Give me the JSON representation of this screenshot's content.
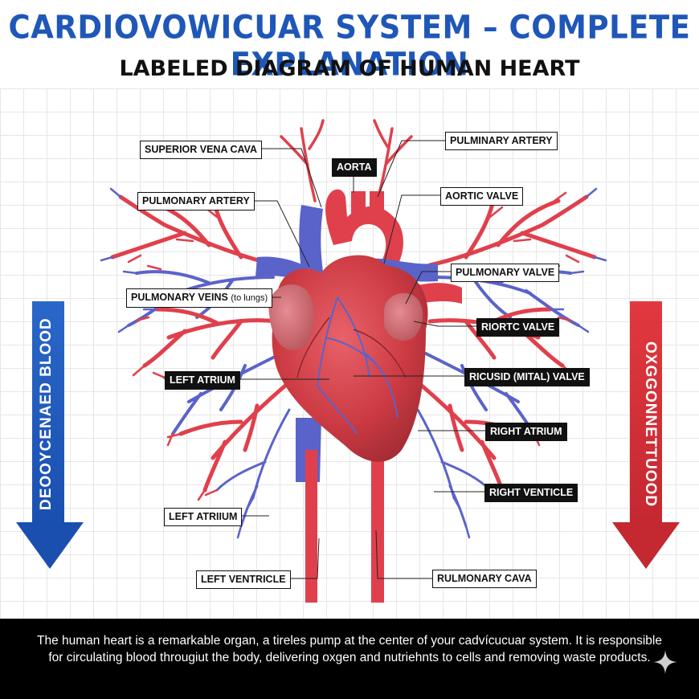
{
  "header": {
    "title": "CARDIOVOWICUAR SYSTEM – COMPLETE EXPLANATION",
    "subtitle": "LABELED DIAGRAM OF HUMAN HEART"
  },
  "labels": {
    "superior_vena_cava": "SUPERIOR VENA CAVA",
    "aorta": "AORTA",
    "pulminary_artery": "PULMINARY ARTERY",
    "aortic_valve": "AORTIC VALVE",
    "pulmonary_artery": "PULMONARY ARTERY",
    "pulmonary_valve": "PULMONARY VALVE",
    "pulmonary_veins": "PULMONARY VEINS",
    "pulmonary_veins_note": "(to lungs)",
    "riortc_valve": "RIORTC VALVE",
    "left_atrium_1": "LEFT ATRIUM",
    "ricusid_valve": "RICUSID (MITAL) VALVE",
    "right_atrium": "RIGHT ATRIUM",
    "right_venticle": "RIGHT VENTICLE",
    "left_atrium_2": "LEFT ATRIIUM",
    "left_ventricle": "LEFT VENTRICLE",
    "rulmonary_cava": "RULMONARY CAVA"
  },
  "sides": {
    "left_text": "DEOOYCENAED BLOOD",
    "left_color": "#1f5fbf",
    "right_text": "OXGGONNETTUOOD",
    "right_color": "#d92e36"
  },
  "footer": {
    "text": "The human heart is a remarkable organ, a tireles pump at the center of your cadvícucuar system. It is responsible for circulating blood througiut the body, delivering oxgen and nutriehnts to cells and removing waste products."
  },
  "colors": {
    "artery_red": "#e0404c",
    "vein_blue": "#5a63c9",
    "heart_red": "#c93a40"
  }
}
